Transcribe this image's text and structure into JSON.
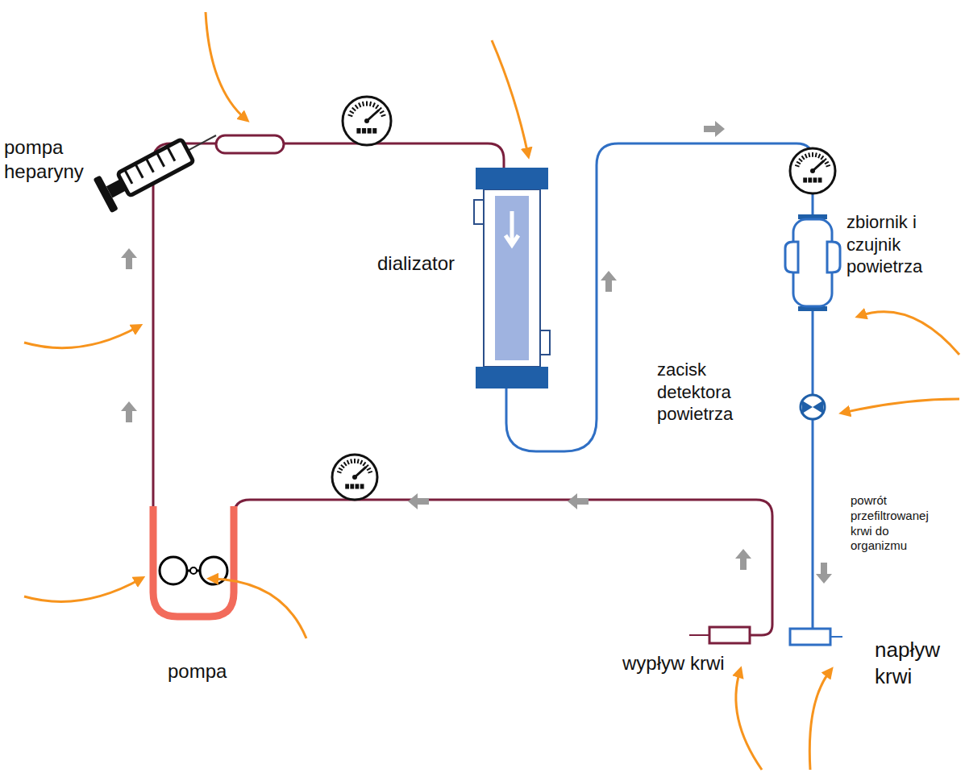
{
  "diagram": {
    "labels": [
      "pompa heparyny",
      "dializator",
      "zbiornik i czujnik powietrza",
      "zacisk detektora powietrza",
      "powrót przefiltrowanej krwi do organizmu",
      "pompa",
      "wypływ krwi",
      "napływ krwi"
    ]
  }
}
